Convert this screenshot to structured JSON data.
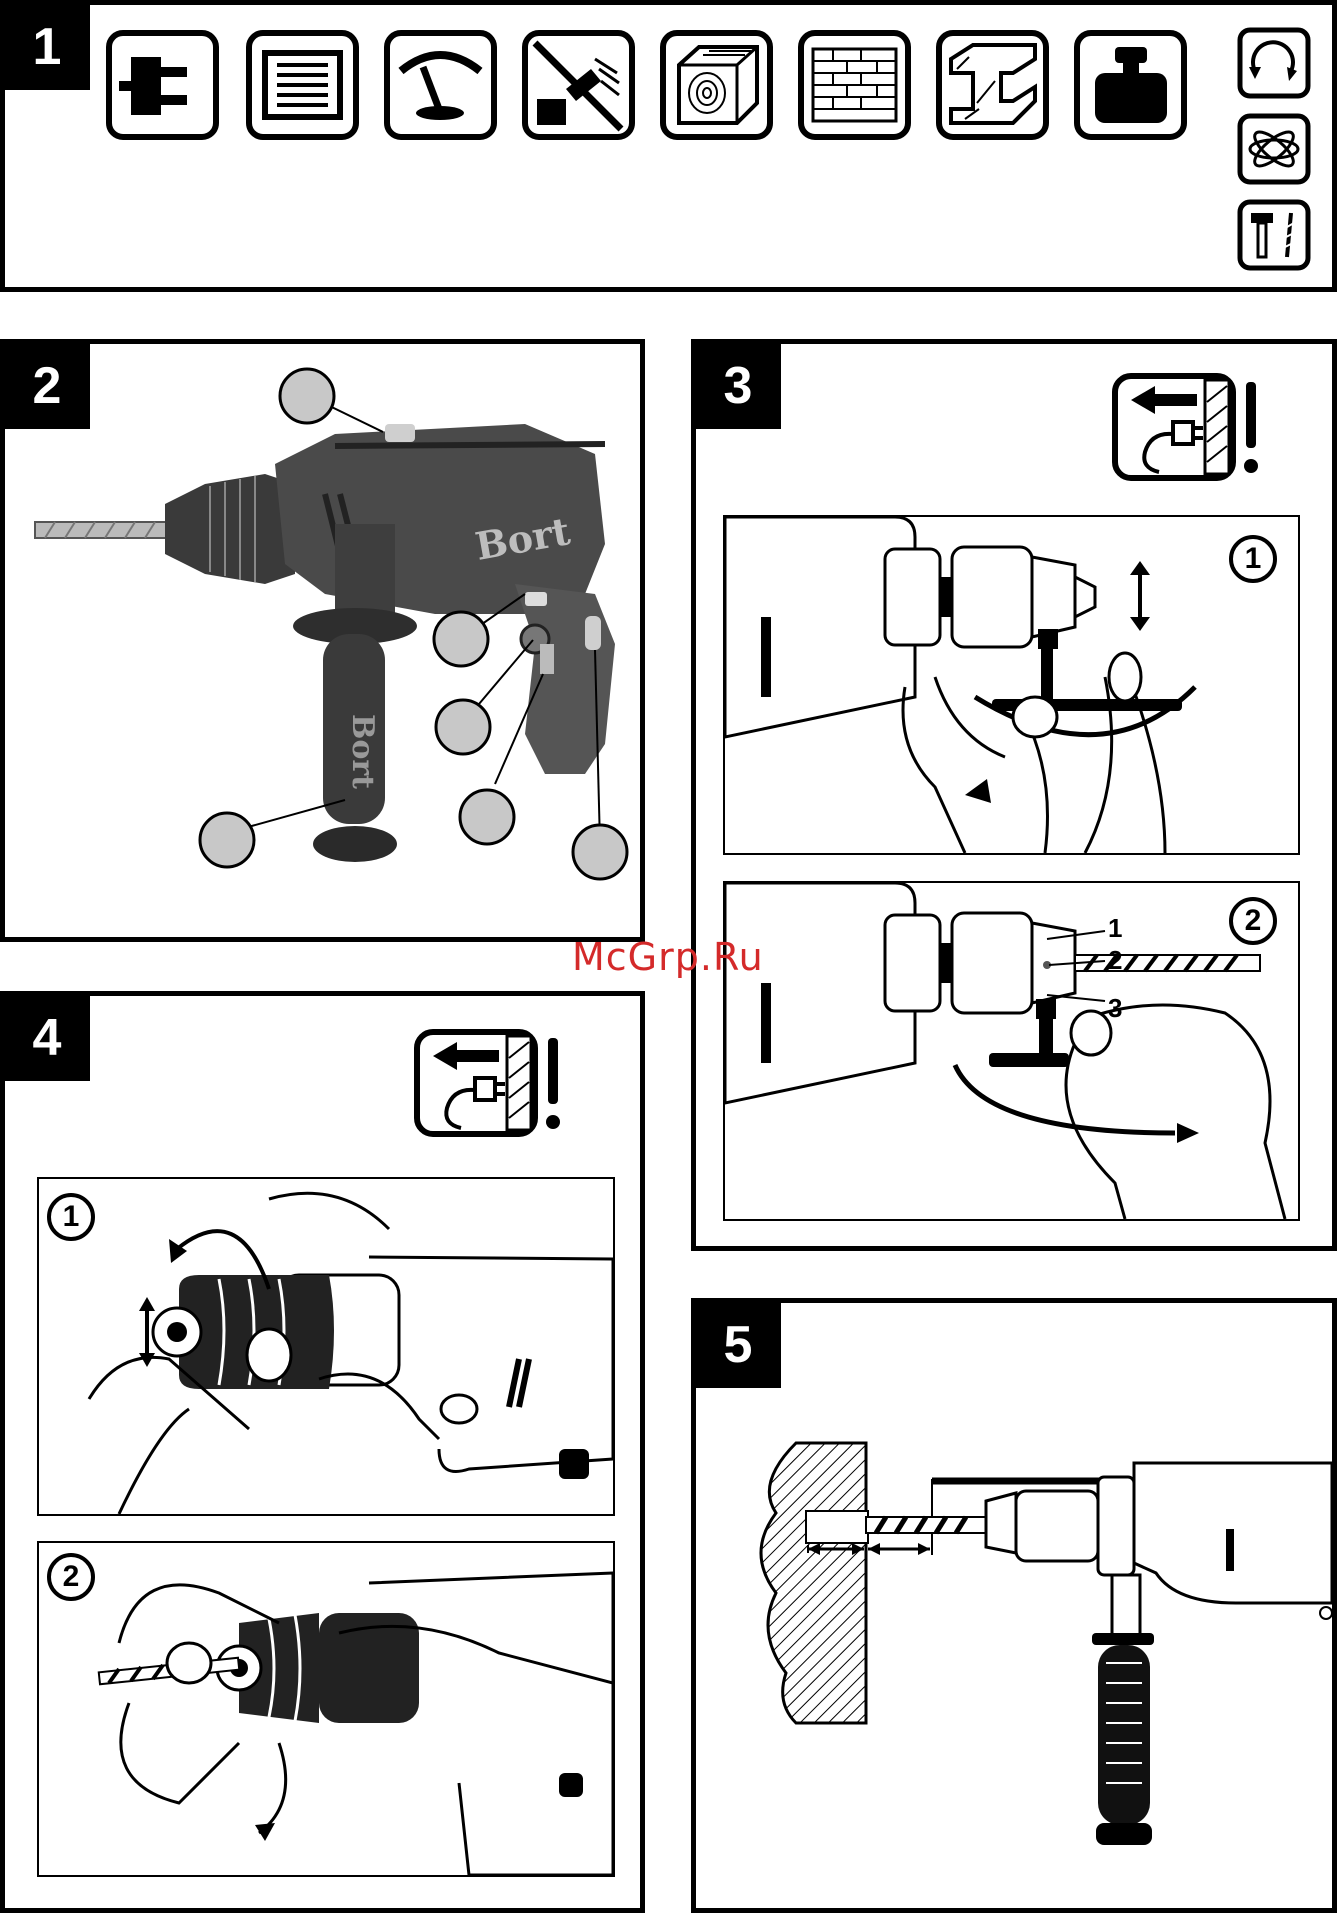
{
  "panels": {
    "p1": {
      "number": "1"
    },
    "p2": {
      "number": "2",
      "brand_body": "Bort",
      "brand_handle": "Bort"
    },
    "p3": {
      "number": "3",
      "step1": "1",
      "step2": "2",
      "labels": [
        "1",
        "2",
        "3"
      ]
    },
    "p4": {
      "number": "4",
      "step1": "1",
      "step2": "2"
    },
    "p5": {
      "number": "5"
    }
  },
  "watermark": "McGrp.Ru",
  "icons": [
    "plug-icon",
    "motor-icon",
    "gauge-icon",
    "no-hammer-icon",
    "wood-icon",
    "brick-icon",
    "steel-beam-icon",
    "weight-icon",
    "rotation-icon",
    "vibration-icon",
    "hammer-drill-icon"
  ],
  "colors": {
    "callout": "#c8c8c8",
    "drill_body": "#4a4a4a",
    "watermark": "#d42a2a"
  }
}
